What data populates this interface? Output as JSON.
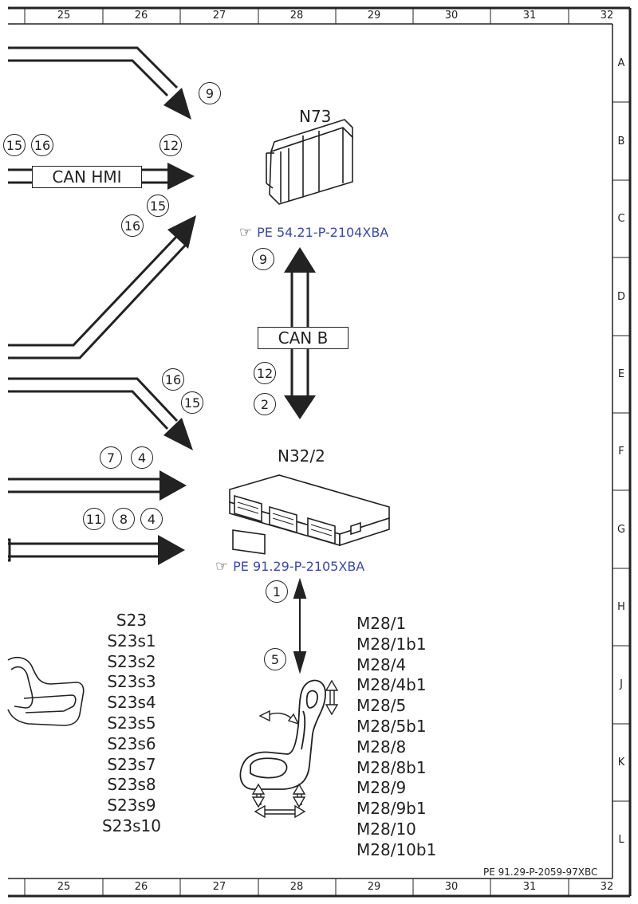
{
  "grid": {
    "columns": [
      "25",
      "26",
      "27",
      "28",
      "29",
      "30",
      "31",
      "32"
    ],
    "rows": [
      "A",
      "B",
      "C",
      "D",
      "E",
      "F",
      "G",
      "H",
      "J",
      "K",
      "L"
    ]
  },
  "components": {
    "n73": {
      "title": "N73",
      "ref": "PE 54.21-P-2104XBA"
    },
    "n32_2": {
      "title": "N32/2",
      "ref": "PE 91.29-P-2105XBA"
    }
  },
  "bus_labels": {
    "can_hmi": "CAN HMI",
    "can_b": "CAN B"
  },
  "markers": {
    "m9_top": "9",
    "m15_left": "15",
    "m16_left": "16",
    "m12_hmi": "12",
    "m15_mid": "15",
    "m16_mid": "16",
    "m9_canb": "9",
    "m12_canb": "12",
    "m2_canb": "2",
    "m16_low": "16",
    "m15_low": "15",
    "m7": "7",
    "m4_a": "4",
    "m11": "11",
    "m8": "8",
    "m4_b": "4",
    "m1": "1",
    "m5": "5"
  },
  "s23_list": [
    "S23",
    "S23s1",
    "S23s2",
    "S23s3",
    "S23s4",
    "S23s5",
    "S23s6",
    "S23s7",
    "S23s8",
    "S23s9",
    "S23s10"
  ],
  "m28_list": [
    "M28/1",
    "M28/1b1",
    "M28/4",
    "M28/4b1",
    "M28/5",
    "M28/5b1",
    "M28/8",
    "M28/8b1",
    "M28/9",
    "M28/9b1",
    "M28/10",
    "M28/10b1"
  ],
  "footer_ref": "PE 91.29-P-2059-97XBC",
  "colors": {
    "line": "#222222",
    "ref_link": "#3a4aa0"
  }
}
